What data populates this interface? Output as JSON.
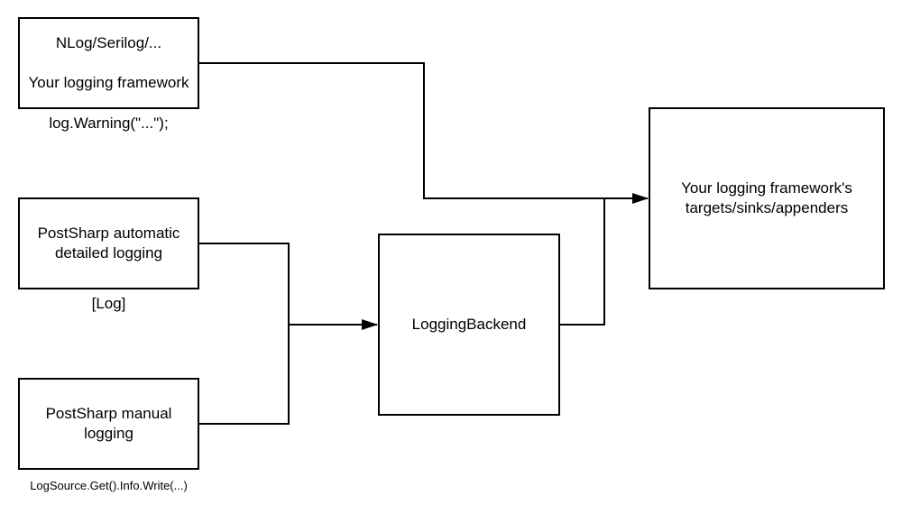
{
  "diagram": {
    "boxes": {
      "logging_framework": {
        "line1": "NLog/Serilog/...",
        "line2": "Your logging framework"
      },
      "automatic_logging": {
        "line1": "PostSharp automatic",
        "line2": "detailed logging"
      },
      "manual_logging": {
        "line1": "PostSharp manual",
        "line2": "logging"
      },
      "logging_backend": {
        "line1": "LoggingBackend"
      },
      "targets": {
        "line1": "Your logging framework's",
        "line2": "targets/sinks/appenders"
      }
    },
    "captions": {
      "framework_code": "log.Warning(\"...\");",
      "log_attribute": "[Log]",
      "manual_code": "LogSource.Get().Info.Write(...)"
    },
    "colors": {
      "stroke": "#000000",
      "background": "#ffffff"
    }
  }
}
